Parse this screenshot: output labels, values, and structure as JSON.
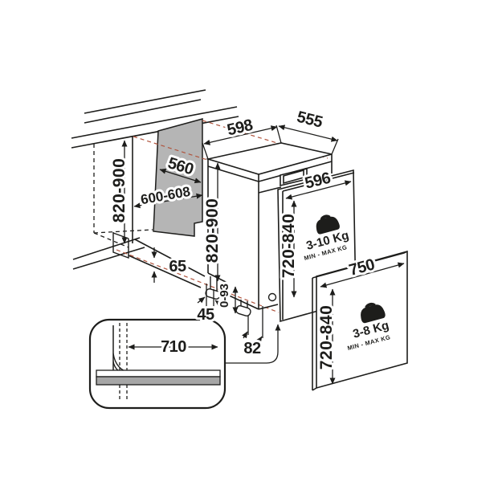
{
  "diagram": {
    "niche": {
      "height": "820-900",
      "depth": "560",
      "width": "600-608"
    },
    "appliance": {
      "width": "598",
      "depth": "555",
      "height": "820-900"
    },
    "door_panel": {
      "width": "596",
      "height": "720-840",
      "weight": "3-10 Kg",
      "weight_caption": "MIN - MAX KG",
      "icon": "weight-icon"
    },
    "decor_panel": {
      "width": "750",
      "height": "720-840",
      "weight": "3-8 Kg",
      "weight_caption": "MIN - MAX KG",
      "icon": "weight-icon"
    },
    "base": {
      "plinth_height": "65",
      "side_offset": "45",
      "leg_adjust_range": "0-93",
      "door_to_plinth": "82",
      "plinth_detail_width": "710"
    },
    "colors": {
      "line": "#1d1d1b",
      "panel_gray": "#b5b5b5",
      "accent_red": "#b0543d",
      "plinth_bar_gray": "#a6a6a6"
    }
  }
}
